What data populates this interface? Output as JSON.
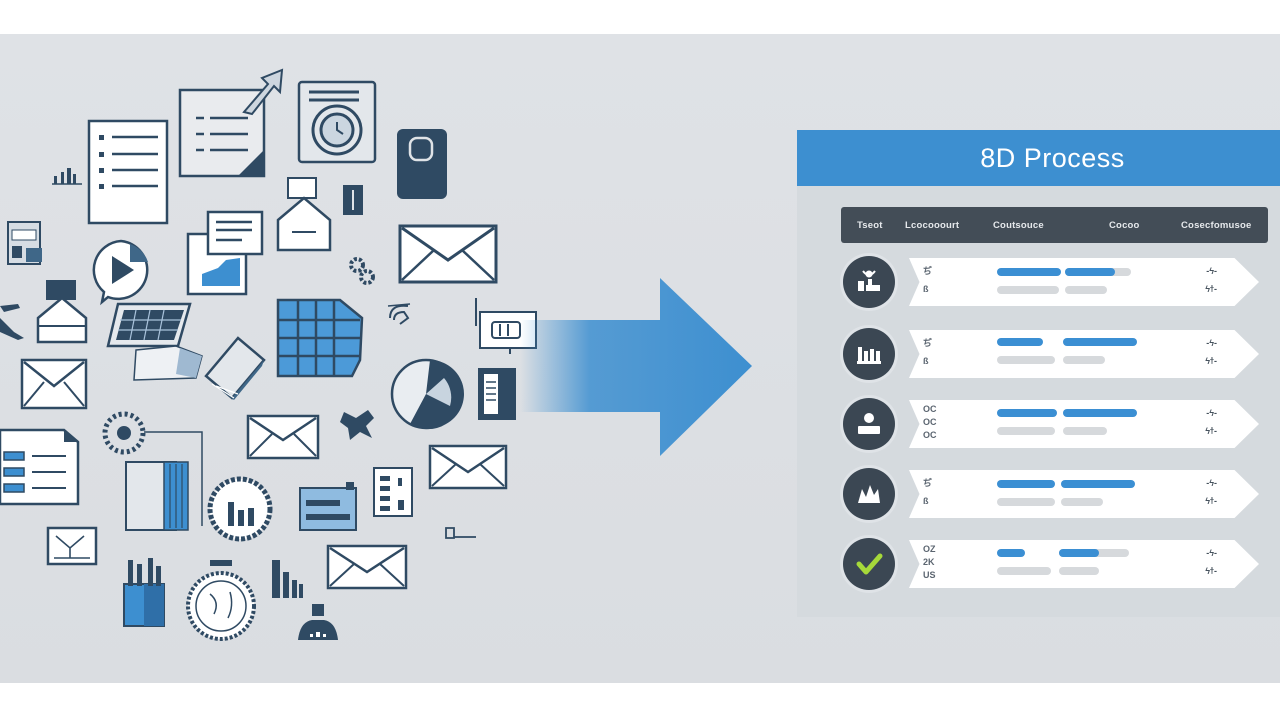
{
  "panel": {
    "title": "8D Process",
    "columns": [
      "Tseot",
      "Lcocooourt",
      "Coutsouce",
      "Cocoo",
      "Cosecfomusoe"
    ],
    "rows": [
      {
        "icon": "team-icon",
        "labels": [
          "ぢ",
          "ß"
        ],
        "bar1": 64,
        "bar2": 48,
        "bar2_track": 64,
        "gray1": 62,
        "gray2": 42,
        "right": [
          "-ϟ-",
          "ϟϯ-"
        ]
      },
      {
        "icon": "factory-icon",
        "labels": [
          "ぢ",
          "ß"
        ],
        "bar1": 46,
        "bar2": 74,
        "bar2_track": 74,
        "gray1": 58,
        "gray2": 42,
        "right": [
          "-ϟ-",
          "ϟϯ-"
        ]
      },
      {
        "icon": "person-icon",
        "labels": [
          "OC",
          "OC",
          "OC"
        ],
        "bar1": 60,
        "bar2": 74,
        "bar2_track": 74,
        "gray1": 58,
        "gray2": 44,
        "right": [
          "-ϟ-",
          "ϟϯ-"
        ]
      },
      {
        "icon": "analysis-icon",
        "labels": [
          "ぢ",
          "ß"
        ],
        "bar1": 58,
        "bar2": 74,
        "bar2_track": 74,
        "gray1": 58,
        "gray2": 42,
        "right": [
          "-ϟ-",
          "ϟϯ-"
        ]
      },
      {
        "icon": "checkmark-icon",
        "labels": [
          "OZ",
          "2K",
          "US"
        ],
        "bar1": 28,
        "bar2": 40,
        "bar2_track": 70,
        "gray1": 54,
        "gray2": 40,
        "right": [
          "-ϟ-",
          "ϟϯ-"
        ]
      }
    ]
  },
  "colors": {
    "accent_blue": "#3d8fd0",
    "dark_navy": "#2f4a63",
    "header_dark": "#434d57",
    "check_green": "#a6d93a",
    "background": "#dfe2e6"
  },
  "icon_cluster": [
    "document-list-icon",
    "document-arrow-icon",
    "document-clock-icon",
    "phone-icon",
    "bar-chart-small-icon",
    "envelope-icon",
    "chat-chart-icon",
    "open-envelope-icon",
    "pie-chart-bubble-icon",
    "spreadsheet-icon",
    "book-stack-icon",
    "pie-chart-icon",
    "whiteboard-icon",
    "document-table-icon",
    "gear-icon",
    "calculator-icon",
    "pencil-cup-icon",
    "globe-icon",
    "people-icon"
  ]
}
